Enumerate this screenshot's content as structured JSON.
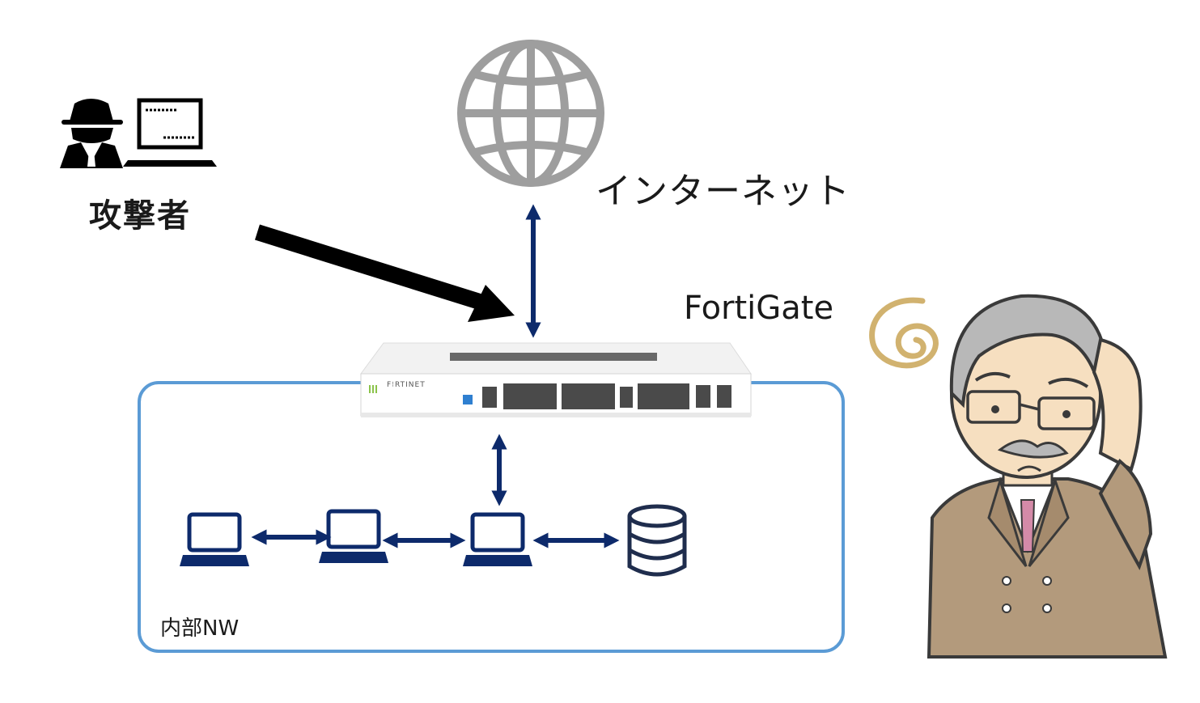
{
  "labels": {
    "internet": "インターネット",
    "fortigate": "FortiGate",
    "attacker": "攻撃者",
    "internal_network": "内部NW",
    "firewall_brand": "F⁝RTINET"
  },
  "colors": {
    "network_box_border": "#5b9bd5",
    "link_arrow": "#0d2a6b",
    "attack_arrow": "#000000",
    "globe": "#9e9e9e",
    "confused_swirl": "#d1b26f",
    "suit": "#b39a7c"
  },
  "icons": [
    "globe-icon",
    "attacker-icon",
    "laptop-icon",
    "database-icon",
    "firewall-appliance",
    "confused-man-illustration"
  ]
}
